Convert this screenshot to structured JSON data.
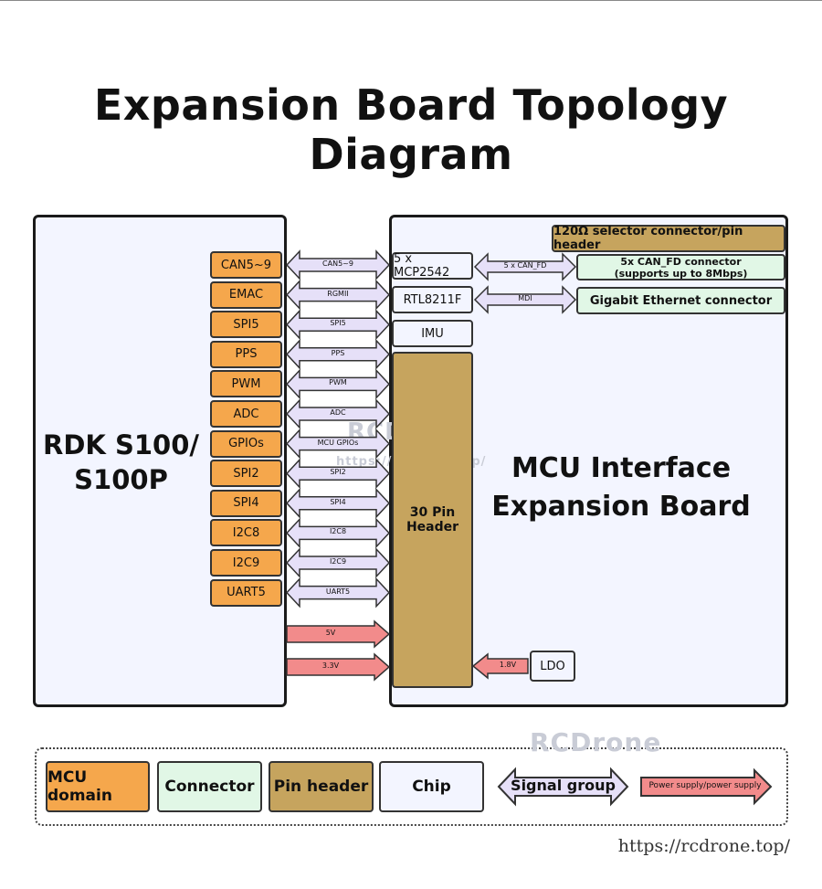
{
  "title": "Expansion Board Topology Diagram",
  "left_board": {
    "label_line1": "RDK S100/",
    "label_line2": "S100P"
  },
  "right_board": {
    "label_line1": "MCU Interface",
    "label_line2": "Expansion Board"
  },
  "mcu_pins": [
    "CAN5~9",
    "EMAC",
    "SPI5",
    "PPS",
    "PWM",
    "ADC",
    "GPIOs",
    "SPI2",
    "SPI4",
    "I2C8",
    "I2C9",
    "UART5"
  ],
  "signal_labels": [
    "CAN5~9",
    "RGMII",
    "SPI5",
    "PPS",
    "PWM",
    "ADC",
    "MCU GPIOs",
    "SPI2",
    "SPI4",
    "I2C8",
    "I2C9",
    "UART5"
  ],
  "power_arrows": [
    "5V",
    "3.3V"
  ],
  "chips": {
    "mcp": "5 x MCP2542",
    "phy": "RTL8211F",
    "imu": "IMU",
    "ldo": "LDO"
  },
  "pin_header": {
    "line1": "30 Pin",
    "line2": "Header"
  },
  "right_signals": {
    "can": "5 x CAN_FD",
    "mdi": "MDI",
    "ldo_out": "1.8V"
  },
  "connectors": {
    "selector": "120Ω selector connector/pin header",
    "can_line1": "5x CAN_FD connector",
    "can_line2": "(supports up to 8Mbps)",
    "ethernet": "Gigabit Ethernet connector"
  },
  "legend": {
    "mcu_domain": "MCU domain",
    "connector": "Connector",
    "pin_header": "Pin header",
    "chip": "Chip",
    "signal_group": "Signal group",
    "power": "Power supply/power supply"
  },
  "watermark": {
    "center": "RCDrone",
    "center_url": "https://rcdrone.top/",
    "bottom": "RCDrone"
  },
  "url": "https://rcdrone.top/",
  "colors": {
    "mcu_domain": "#f5a74c",
    "connector": "#e1f7e6",
    "pin_header": "#c6a45e",
    "chip": "#f3f5ff",
    "signal": "#e6e0f8",
    "power": "#f28b8b"
  }
}
